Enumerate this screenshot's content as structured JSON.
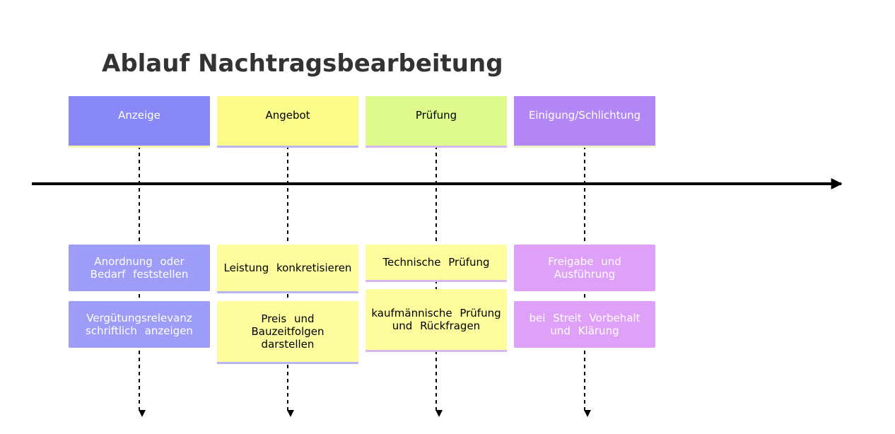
{
  "title": "Ablauf Nachtragsbearbeitung",
  "sections": [
    {
      "name": "Anzeige",
      "header_color": "#8888f7",
      "event_color": "#9d9cf7",
      "text_color": "#ffffff",
      "underline_color": "#f7f7a8",
      "events": [
        "Anordnung oder Bedarf feststellen",
        "Vergütungsrelevanz schriftlich anzeigen"
      ]
    },
    {
      "name": "Angebot",
      "header_color": "#fbfb8a",
      "event_color": "#fdfd9e",
      "text_color": "#000000",
      "underline_color": "#b9b4f3",
      "events": [
        "Leistung konkretisieren",
        "Preis und Bauzeitfolgen darstellen"
      ]
    },
    {
      "name": "Prüfung",
      "header_color": "#e0fb8d",
      "event_color": "#fdfd9e",
      "text_color": "#000000",
      "underline_color": "#d6b8f1",
      "events": [
        "Technische Prüfung",
        "kaufmännische Prüfung und Rückfragen"
      ]
    },
    {
      "name": "Einigung/Schlichtung",
      "header_color": "#b386f6",
      "event_color": "#dfa1f8",
      "text_color": "#ffffff",
      "underline_color": "#e9f8c4",
      "events": [
        "Freigabe und Ausführung",
        "bei Streit Vorbehalt und Klärung"
      ]
    }
  ]
}
